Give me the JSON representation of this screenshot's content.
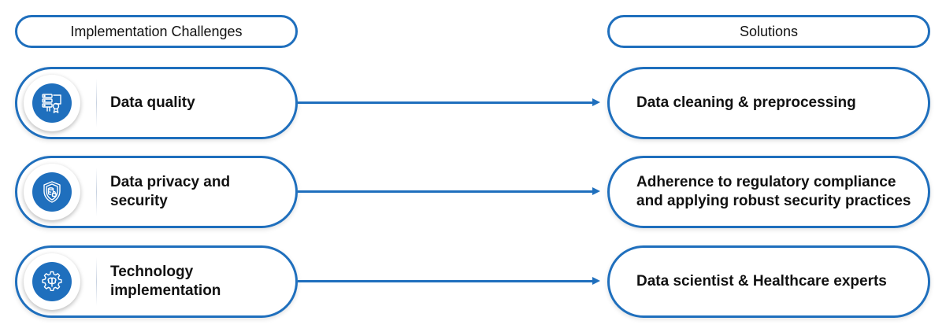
{
  "headers": {
    "challenges": "Implementation Challenges",
    "solutions": "Solutions"
  },
  "rows": [
    {
      "challenge": "Data quality",
      "solution": "Data cleaning & preprocessing",
      "icon": "database-certificate-icon"
    },
    {
      "challenge": "Data privacy and security",
      "solution": "Adherence to regulatory compliance and applying robust security practices",
      "icon": "shield-database-icon"
    },
    {
      "challenge": "Technology implementation",
      "solution": "Data scientist & Healthcare experts",
      "icon": "gear-brain-icon"
    }
  ],
  "colors": {
    "accent": "#1f6fbd",
    "text": "#111111",
    "background": "#ffffff"
  }
}
